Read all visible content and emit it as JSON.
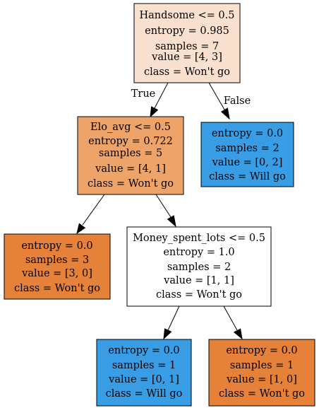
{
  "tree": {
    "colors": {
      "root": "#fae0cf",
      "elo_avg": "#eea468",
      "leaf_wont_go_3": "#e58139",
      "money_spent_lots": "#ffffff",
      "leaf_will_go_2": "#399de5",
      "leaf_will_go_1": "#399de5",
      "leaf_wont_go_1": "#e58139"
    },
    "nodes": {
      "root": {
        "split": "Handsome <= 0.5",
        "entropy": "entropy = 0.985",
        "samples": "samples = 7",
        "value": "value = [4, 3]",
        "class": "class = Won't go"
      },
      "elo_avg": {
        "split": "Elo_avg <= 0.5",
        "entropy": "entropy = 0.722",
        "samples": "samples = 5",
        "value": "value = [4, 1]",
        "class": "class = Won't go"
      },
      "leaf_will_go_2": {
        "entropy": "entropy = 0.0",
        "samples": "samples = 2",
        "value": "value = [0, 2]",
        "class": "class = Will go"
      },
      "leaf_wont_go_3": {
        "entropy": "entropy = 0.0",
        "samples": "samples = 3",
        "value": "value = [3, 0]",
        "class": "class = Won't go"
      },
      "money_spent_lots": {
        "split": "Money_spent_lots <= 0.5",
        "entropy": "entropy = 1.0",
        "samples": "samples = 2",
        "value": "value = [1, 1]",
        "class": "class = Won't go"
      },
      "leaf_will_go_1": {
        "entropy": "entropy = 0.0",
        "samples": "samples = 1",
        "value": "value = [0, 1]",
        "class": "class = Will go"
      },
      "leaf_wont_go_1": {
        "entropy": "entropy = 0.0",
        "samples": "samples = 1",
        "value": "value = [1, 0]",
        "class": "class = Won't go"
      }
    },
    "edge_labels": {
      "true": "True",
      "false": "False"
    }
  }
}
